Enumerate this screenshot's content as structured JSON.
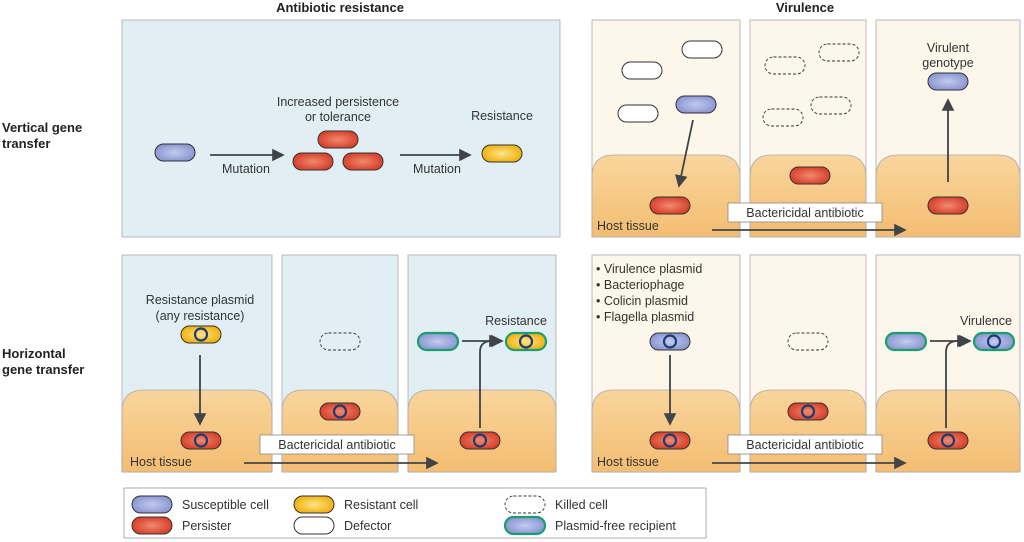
{
  "headers": {
    "left": "Antibiotic resistance",
    "right": "Virulence"
  },
  "row_labels": {
    "vertical": [
      "Vertical gene",
      "transfer"
    ],
    "horizontal": [
      "Horizontal",
      "gene transfer"
    ]
  },
  "vertical_resistance": {
    "step1": "Mutation",
    "step2": "Mutation",
    "intermediate": [
      "Increased persistence",
      "or tolerance"
    ],
    "outcome": "Resistance"
  },
  "vertical_virulence": {
    "host_tissue": "Host tissue",
    "antibiotic": "Bactericidal antibiotic",
    "outcome": [
      "Virulent",
      "genotype"
    ]
  },
  "horizontal_resistance": {
    "plasmid": [
      "Resistance plasmid",
      "(any resistance)"
    ],
    "host_tissue": "Host tissue",
    "antibiotic": "Bactericidal antibiotic",
    "outcome": "Resistance"
  },
  "horizontal_virulence": {
    "elements": [
      "Virulence plasmid",
      "Bacteriophage",
      "Colicin plasmid",
      "Flagella plasmid"
    ],
    "host_tissue": "Host tissue",
    "antibiotic": "Bactericidal antibiotic",
    "outcome": "Virulence"
  },
  "legend": [
    {
      "label": "Susceptible cell",
      "type": "susceptible"
    },
    {
      "label": "Resistant cell",
      "type": "resistant"
    },
    {
      "label": "Killed cell",
      "type": "killed"
    },
    {
      "label": "Persister",
      "type": "persister"
    },
    {
      "label": "Defector",
      "type": "defector"
    },
    {
      "label": "Plasmid-free recipient",
      "type": "recipient"
    }
  ],
  "colors": {
    "panel_resistance": "#e1eff5",
    "panel_virulence": "#fdf6eb",
    "host_tissue": "#f6c984",
    "susceptible": "#9ba6d9",
    "persister": "#e2523c",
    "resistant": "#f6bf1e",
    "plasmid": "#1f3b73",
    "recipient_border": "#1a9e6e"
  }
}
